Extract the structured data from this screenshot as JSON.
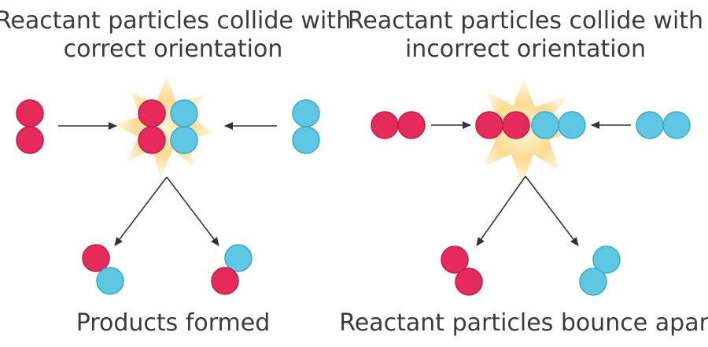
{
  "colors": {
    "red": "#e62a5c",
    "blue": "#5ec8e4",
    "burst": "#fbd98c",
    "arrow": "#333333",
    "text": "#3b3b3b"
  },
  "left_panel": {
    "title_line1": "Reactant particles collide with",
    "title_line2": "correct orientation",
    "caption": "Products formed"
  },
  "right_panel": {
    "title_line1": "Reactant particles collide with",
    "title_line2": "incorrect orientation",
    "caption": "Reactant particles bounce apart"
  }
}
